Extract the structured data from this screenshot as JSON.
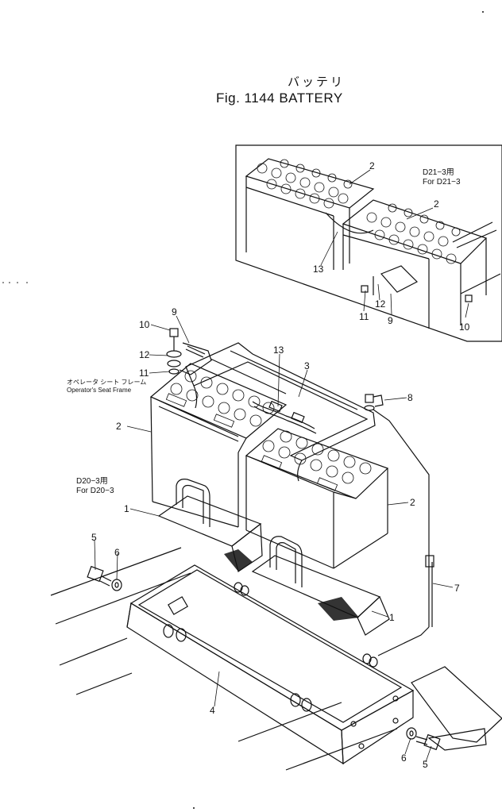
{
  "figure": {
    "title_jp": "バッテリ",
    "title": "Fig. 1144  BATTERY"
  },
  "inset": {
    "note_line1": "D21−3用",
    "note_line2": "For D21−3",
    "callouts": [
      "2",
      "2",
      "13",
      "11",
      "12",
      "9",
      "10"
    ]
  },
  "main": {
    "note_line1": "D20−3用",
    "note_line2": "For D20−3",
    "seat_frame_jp": "オペレータ シート フレーム",
    "seat_frame": "Operator's Seat Frame",
    "callouts": [
      "10",
      "9",
      "12",
      "11",
      "13",
      "3",
      "8",
      "2",
      "2",
      "1",
      "1",
      "7",
      "5",
      "6",
      "4",
      "6",
      "5"
    ]
  },
  "icons": [
    "battery-icon",
    "bolt-icon",
    "washer-icon",
    "clamp-icon",
    "tray-icon",
    "cable-icon"
  ]
}
